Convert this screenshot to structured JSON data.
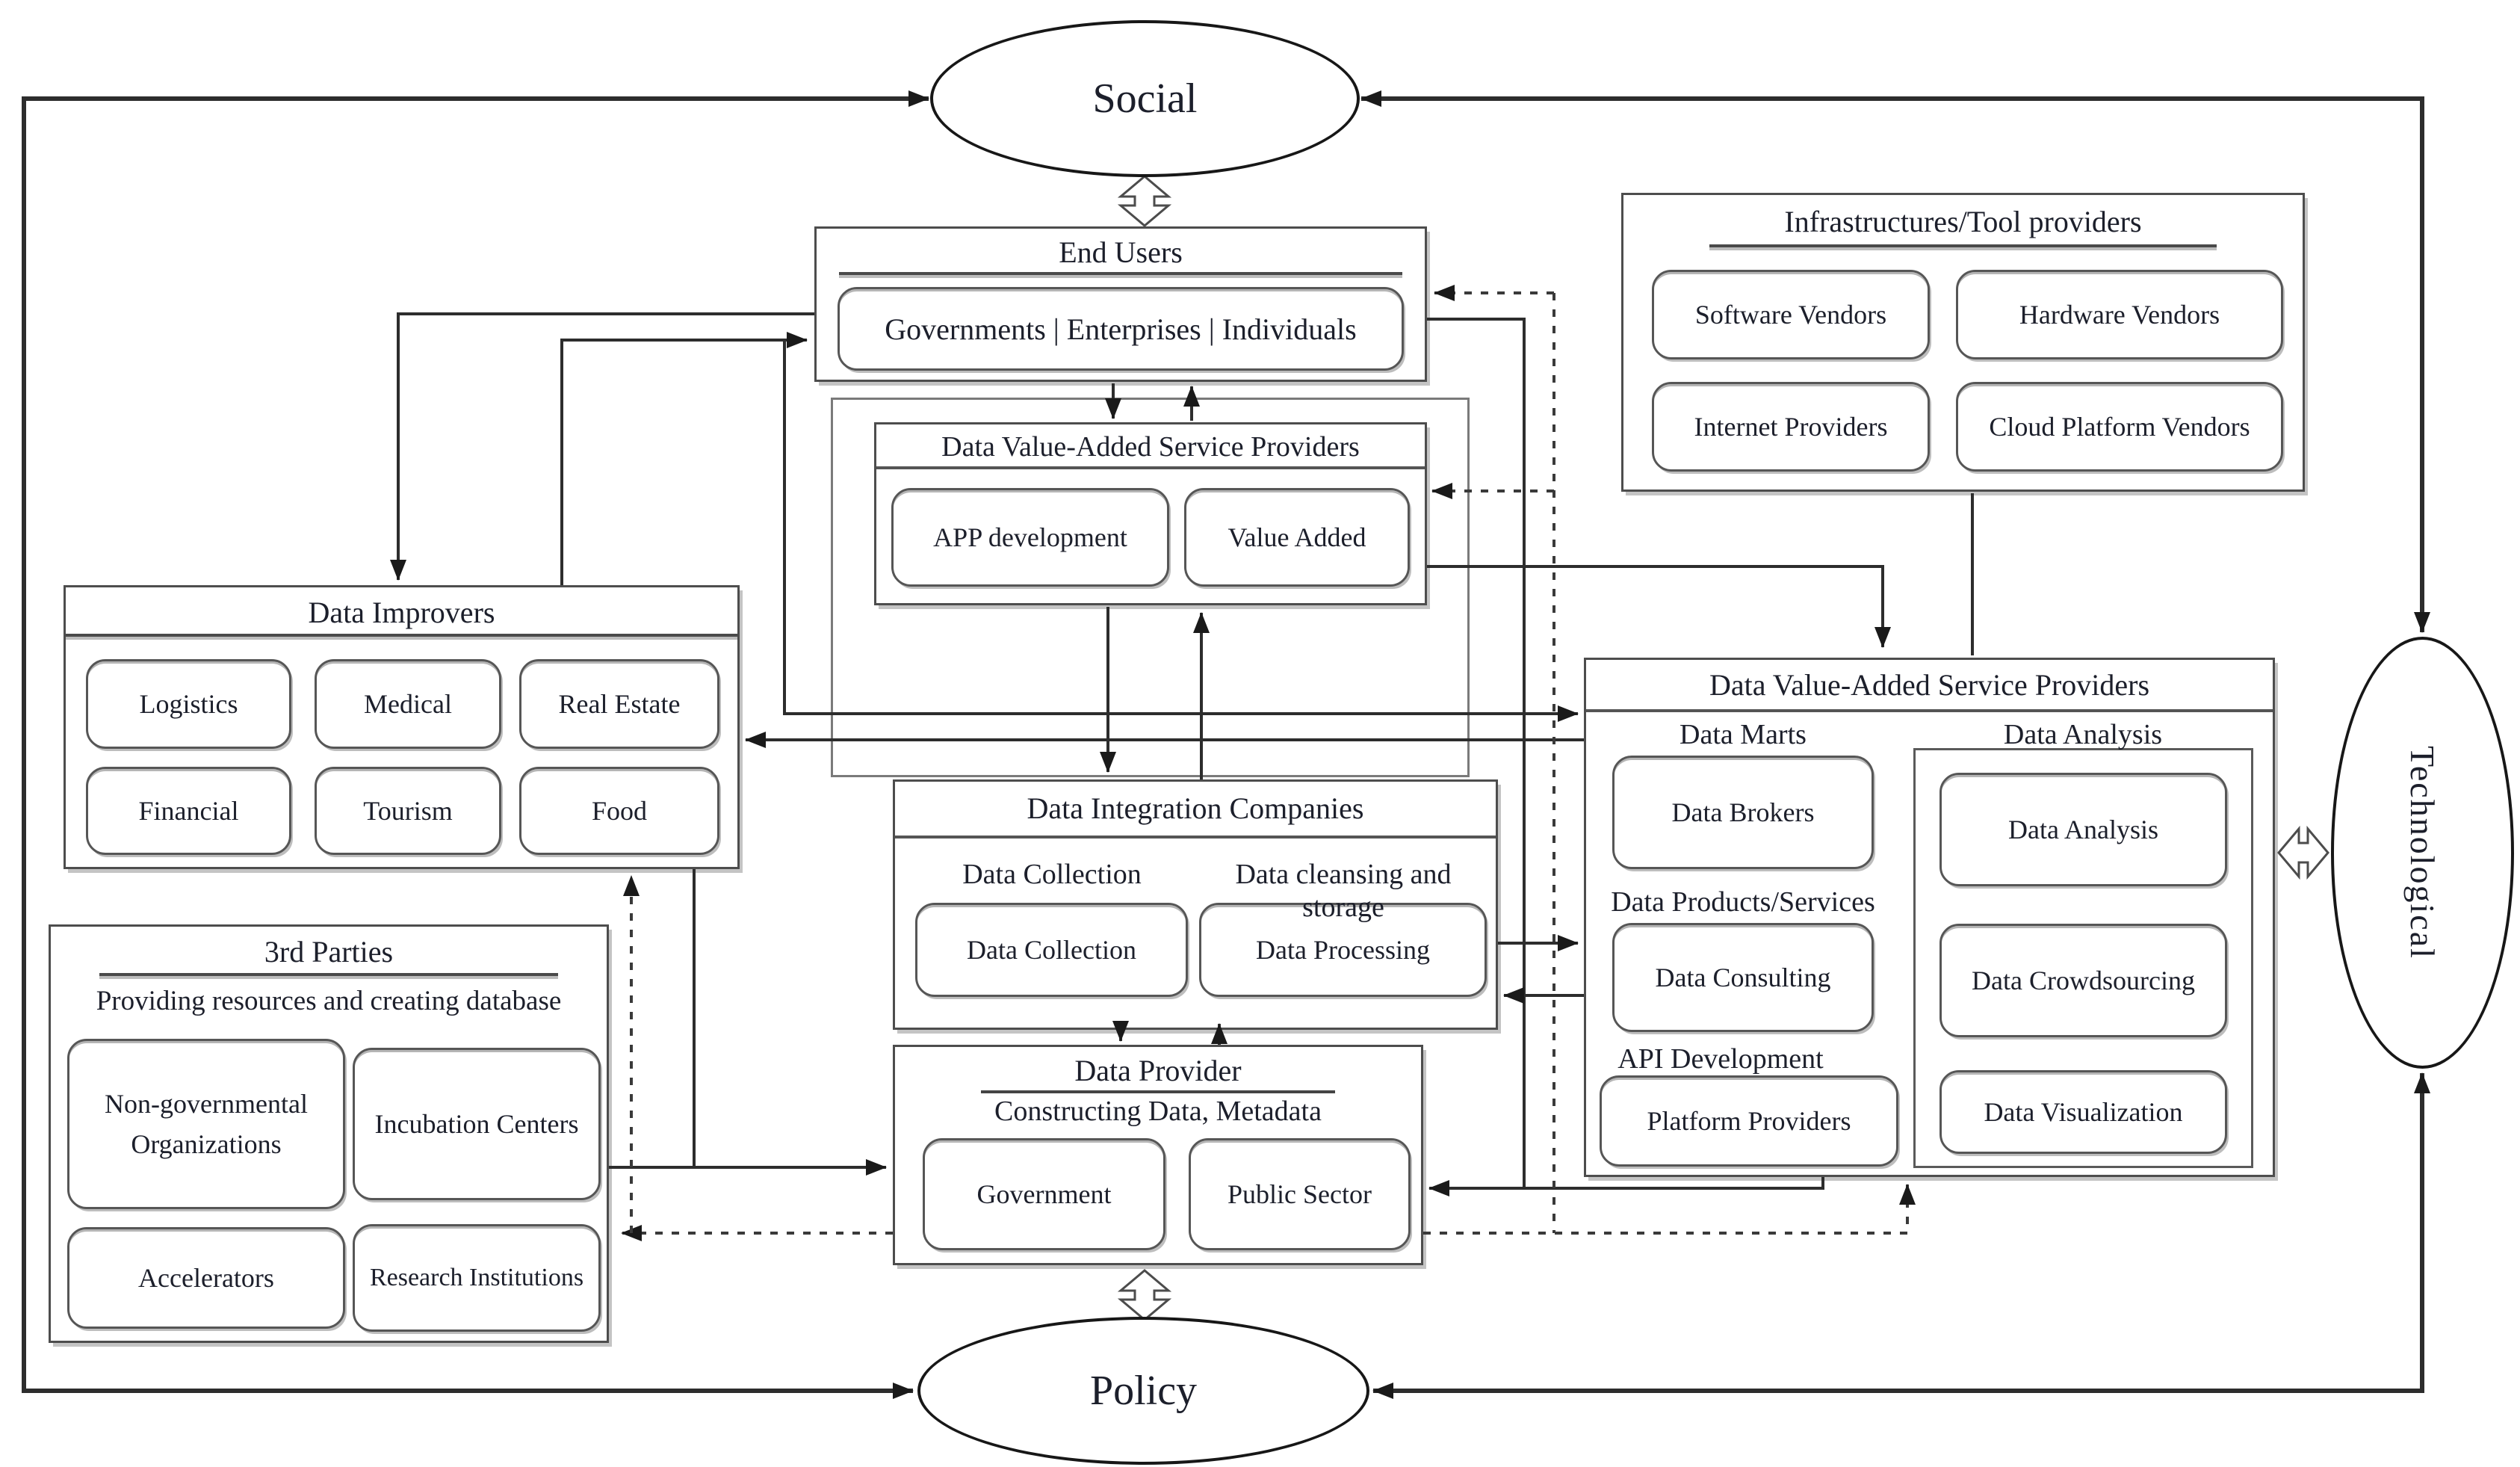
{
  "ellipses": {
    "social": "Social",
    "policy": "Policy",
    "technological": "Technological"
  },
  "end_users": {
    "title": "End Users",
    "members": "Governments | Enterprises | Individuals"
  },
  "dvasp_mid": {
    "title": "Data Value-Added Service Providers",
    "items": [
      "APP development",
      "Value Added"
    ]
  },
  "infrastructures": {
    "title": "Infrastructures/Tool providers",
    "items": [
      "Software Vendors",
      "Hardware Vendors",
      "Internet Providers",
      "Cloud Platform Vendors"
    ]
  },
  "data_improvers": {
    "title": "Data Improvers",
    "items": [
      "Logistics",
      "Medical",
      "Real Estate",
      "Financial",
      "Tourism",
      "Food"
    ]
  },
  "third_parties": {
    "title": "3rd Parties",
    "subtitle": "Providing resources and creating database",
    "items": [
      "Non-governmental Organizations",
      "Incubation Centers",
      "Accelerators",
      "Research Institutions"
    ]
  },
  "dic": {
    "title": "Data Integration Companies",
    "col1": "Data Collection",
    "col2": "Data cleansing and storage",
    "items": [
      "Data Collection",
      "Data Processing"
    ]
  },
  "data_provider": {
    "title": "Data Provider",
    "subtitle": "Constructing Data, Metadata",
    "items": [
      "Government",
      "Public Sector"
    ]
  },
  "dvasp_right": {
    "title": "Data Value-Added Service Providers",
    "marts_label": "Data Marts",
    "marts_item": "Data Brokers",
    "products_label": "Data Products/Services",
    "products_item": "Data Consulting",
    "api_label": "API Development",
    "api_item": "Platform Providers",
    "analysis_label": "Data Analysis",
    "analysis_items": [
      "Data Analysis",
      "Data Crowdsourcing",
      "Data Visualization"
    ]
  },
  "colors": {
    "line": "#2d2d2d",
    "text": "#1c1f2b",
    "box_border": "#4d4d4d",
    "shadow": "#c4c4c4"
  }
}
